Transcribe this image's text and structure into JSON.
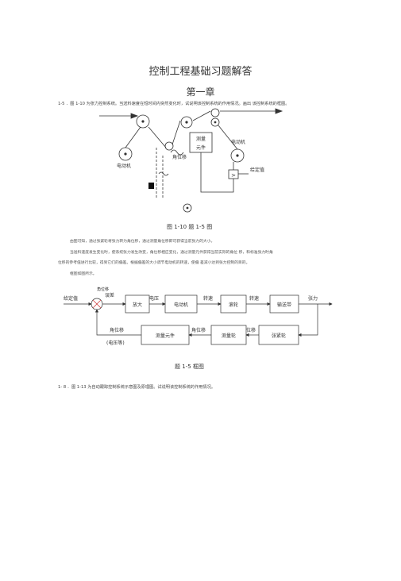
{
  "doc": {
    "title": "控制工程基础习题解答",
    "chapter": "第一章",
    "q1": "1-5 ．图 1-10 为张力控制系统。当送料速度在短时间内突然变化时，试说明该控制系统的作用情况。画出 该控制系统的框图。",
    "fig1": {
      "caption": "图 1-10 题 1-5 图",
      "label_measure1": "测量",
      "label_measure2": "元件",
      "label_motor_left": "电动机",
      "label_motor_right": "电动机",
      "label_potentiometer": "角位移",
      "label_setpoint": "给定值",
      "amp_symbol": ">"
    },
    "paragraphs": [
      "由图可知，通过张紧轮将张力转为角位移，通过测量角位移即可获得当前张力的大小。",
      "当送料速度发生变化时，使系统张力发生改变，角位移相应变化，通过测量元件获得当前实际的角位 移，和标准张力时角",
      "位移的参考值进行比较，得到它们的偏差。根据偏差的大小调节电动机的转速，使偏 差减小达到张力控制的目的。",
      "框图如图所示。"
    ],
    "fig2": {
      "caption": "题 1-5 框图",
      "input_label": "给定值",
      "error_label1": "角位移",
      "error_label2": "误差",
      "amp_block": "放大",
      "voltage_label": "电压",
      "motor_block": "电动机",
      "speed_label1": "转速",
      "roller_block": "滚轮",
      "speed_label2": "转速",
      "conveyor_block": "输送带",
      "output_label": "张力",
      "feedback_label1": "角位移",
      "feedback_label2": "(电压等)",
      "measure_block": "测量元件",
      "disp_label1": "角位移",
      "meas_wheel_block": "测量轮",
      "disp_label2": "位移",
      "tension_wheel_block": "张紧轮"
    },
    "q2": "1- 8 ．图 1-13 为自动跟踪控制系统示意图及原理图。试说明该控制系统的作用情况。"
  }
}
